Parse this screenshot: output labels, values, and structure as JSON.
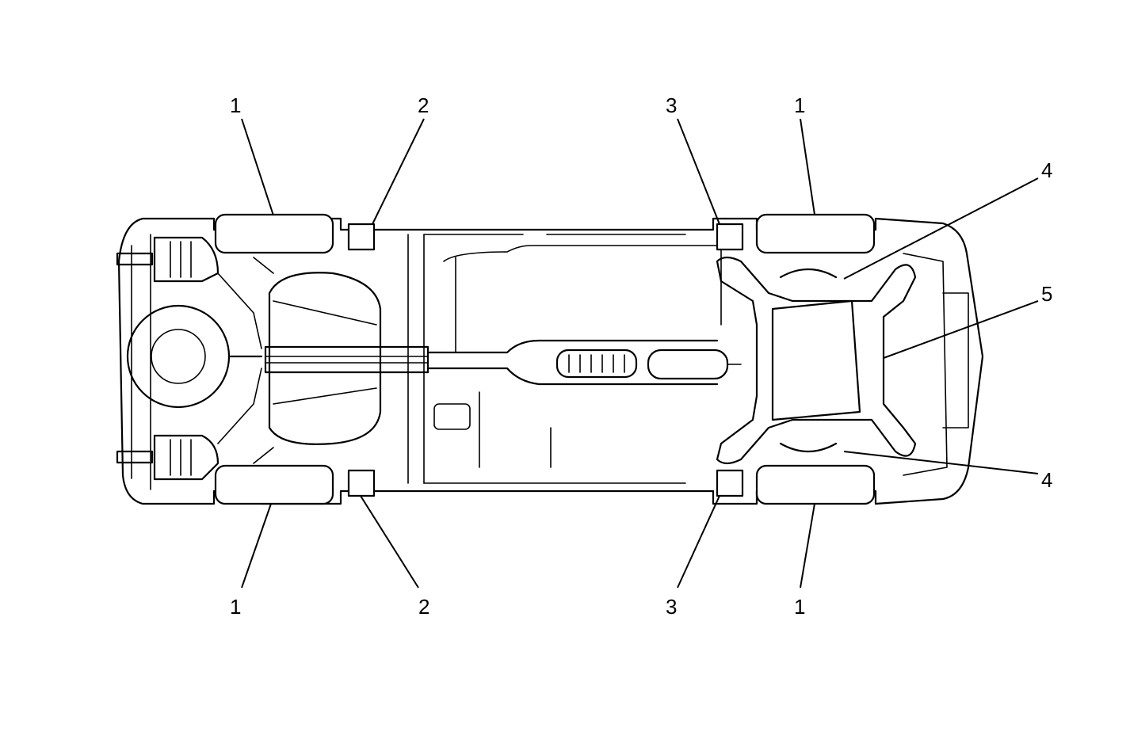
{
  "callouts": [
    {
      "label": "1"
    },
    {
      "label": "2"
    },
    {
      "label": "3"
    },
    {
      "label": "1"
    },
    {
      "label": "4"
    },
    {
      "label": "5"
    },
    {
      "label": "4"
    },
    {
      "label": "1"
    },
    {
      "label": "2"
    },
    {
      "label": "3"
    },
    {
      "label": "1"
    }
  ]
}
